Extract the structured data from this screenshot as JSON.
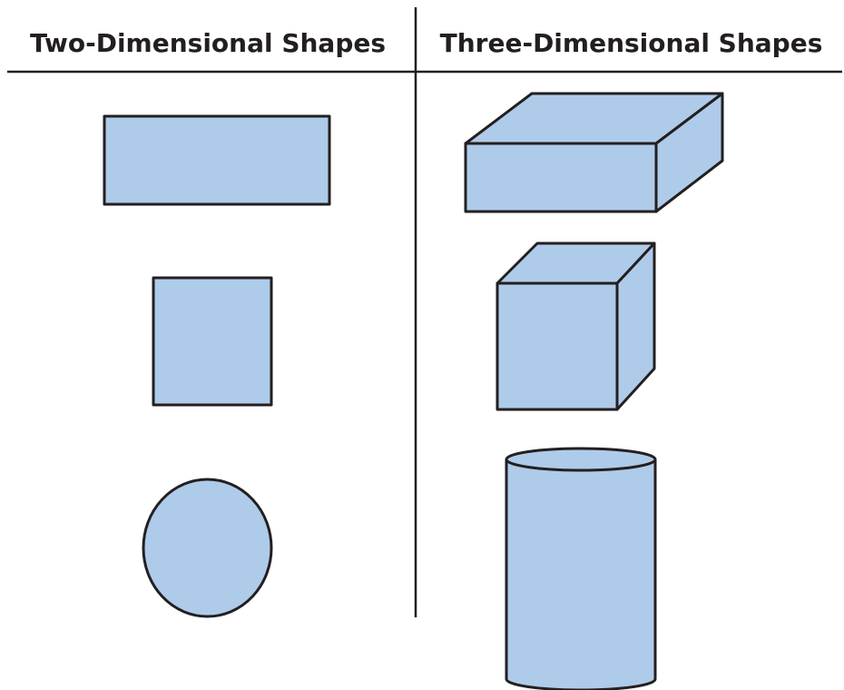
{
  "headings": {
    "left": "Two-Dimensional Shapes",
    "right": "Three-Dimensional Shapes"
  },
  "colors": {
    "fill": "#afcbea",
    "stroke": "#231f20",
    "background": "#ffffff"
  },
  "shapes": {
    "two_dimensional": [
      "rectangle",
      "square",
      "circle"
    ],
    "three_dimensional": [
      "rectangular-prism",
      "cube",
      "cylinder"
    ]
  }
}
